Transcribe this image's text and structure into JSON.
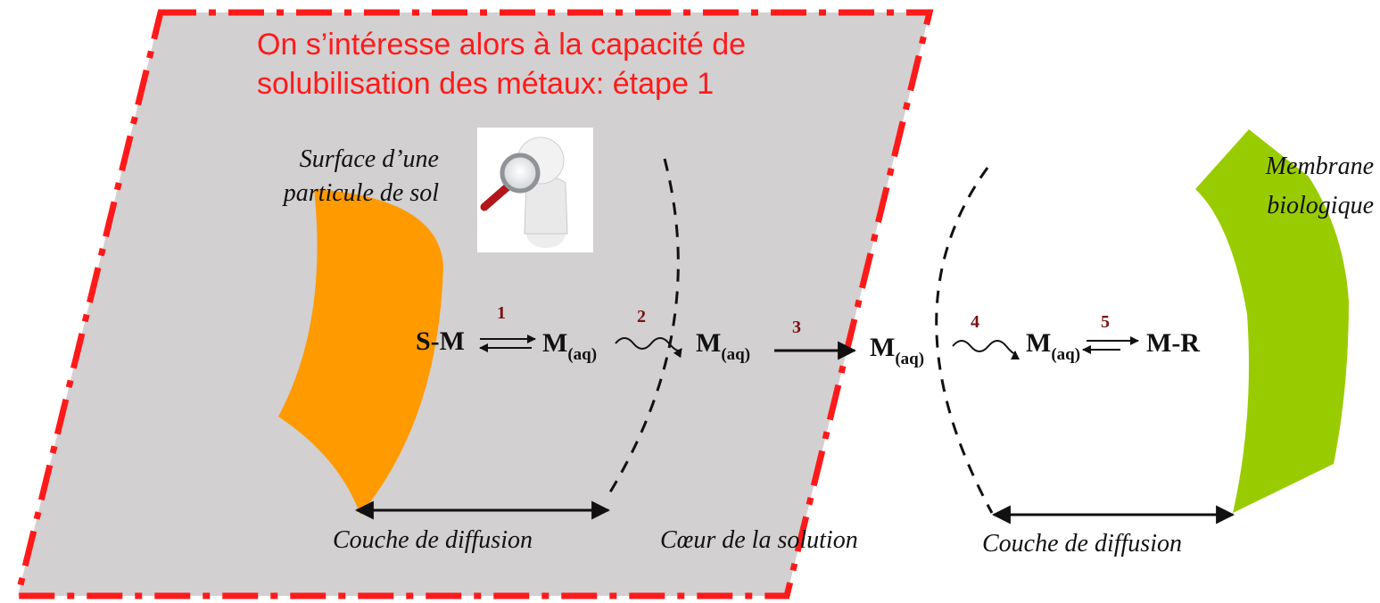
{
  "title": {
    "line1": "On s’intéresse alors à la capacité de",
    "line2": "solubilisation des métaux: étape 1"
  },
  "labels": {
    "particle_line1": "Surface d’une",
    "particle_line2": "particule de sol",
    "membrane_line1": "Membrane",
    "membrane_line2": "biologique",
    "diffusion_left": "Couche de diffusion",
    "solution_core": "Cœur de la solution",
    "diffusion_right": "Couche de diffusion"
  },
  "species": {
    "sm": "S-M",
    "m": "M",
    "aq": "(aq)",
    "mr": "M-R"
  },
  "steps": [
    "1",
    "2",
    "3",
    "4",
    "5"
  ],
  "colors": {
    "frame_fill": "#d2d0d1",
    "frame_border": "#ff1a1a",
    "particle": "#ff9a00",
    "membrane": "#99cc00",
    "title": "#ff1a1a",
    "step_numbers": "#7a1010"
  },
  "icons": [
    "magnifier-figure-icon"
  ]
}
